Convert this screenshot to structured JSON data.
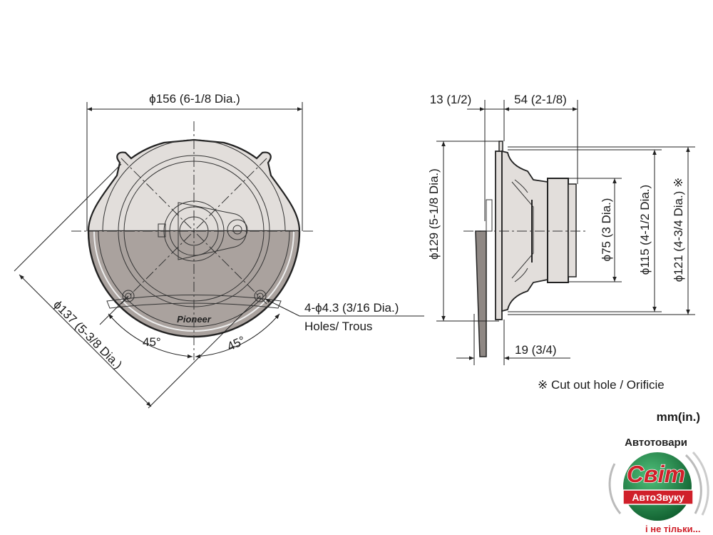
{
  "front_view": {
    "outer_diameter": "ϕ156 (6-1/8 Dia.)",
    "mount_diameter": "ϕ137 (5-3/8 Dia.)",
    "angle_left": "45°",
    "angle_right": "45°",
    "holes_spec": "4-ϕ4.3 (3/16 Dia.)",
    "holes_label": "Holes/ Trous",
    "brand": "Pioneer"
  },
  "side_view": {
    "front_depth": "13 (1/2)",
    "mount_depth": "54 (2-1/8)",
    "grille_depth": "19 (3/4)",
    "flange_diameter": "ϕ129 (5-1/8 Dia.)",
    "magnet_diameter": "ϕ75 (3 Dia.)",
    "frame_diameter": "ϕ115 (4-1/2 Dia.)",
    "cutout_diameter": "ϕ121 (4-3/4 Dia.) ※"
  },
  "notes": {
    "cutout_note": "※ Cut out hole / Orificie",
    "units": "mm(in.)"
  },
  "watermark": {
    "top_text": "Автотовари",
    "main_text": "Світ",
    "sub_text": "АвтоЗвуку",
    "bottom_text": "і не тільки..."
  },
  "colors": {
    "light_gray": "#e2dedb",
    "dark_gray": "#aaa29e",
    "logo_green": "#1e8a4a",
    "logo_red": "#d0202a"
  }
}
